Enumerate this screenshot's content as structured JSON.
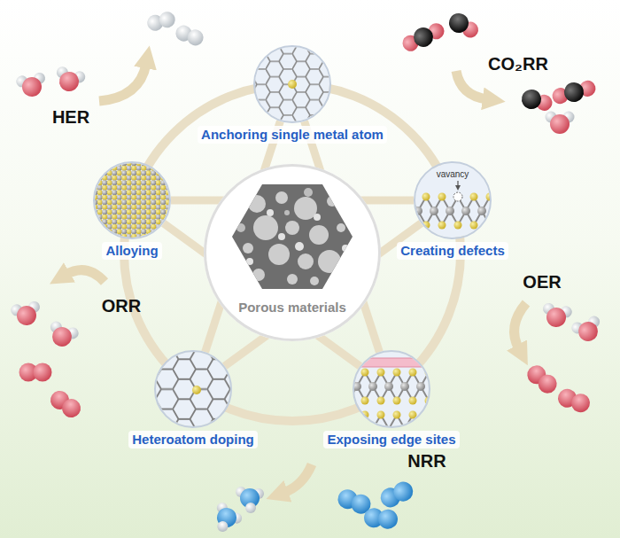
{
  "diagram": {
    "nodes": [
      {
        "text": [
          "Anchoring single metal atom"
        ]
      },
      {
        "text": [
          "Alloying"
        ]
      },
      {
        "text": [
          "vavancy",
          "Creating defects"
        ]
      },
      {
        "text": [
          "Porous materials"
        ]
      },
      {
        "text": [
          "Heteroatom doping"
        ]
      },
      {
        "text": [
          "Exposing edge sites"
        ]
      }
    ],
    "edges": [
      {
        "from": 0,
        "to": 4,
        "arrow": "none"
      },
      {
        "from": 0,
        "to": 5,
        "arrow": "none"
      },
      {
        "from": 1,
        "to": 2,
        "arrow": "none"
      },
      {
        "from": 1,
        "to": 5,
        "arrow": "none"
      },
      {
        "from": 2,
        "to": 4,
        "arrow": "none"
      }
    ],
    "labels": [
      "CO₂RR",
      "HER",
      "OER",
      "ORR",
      "NRR"
    ]
  }
}
